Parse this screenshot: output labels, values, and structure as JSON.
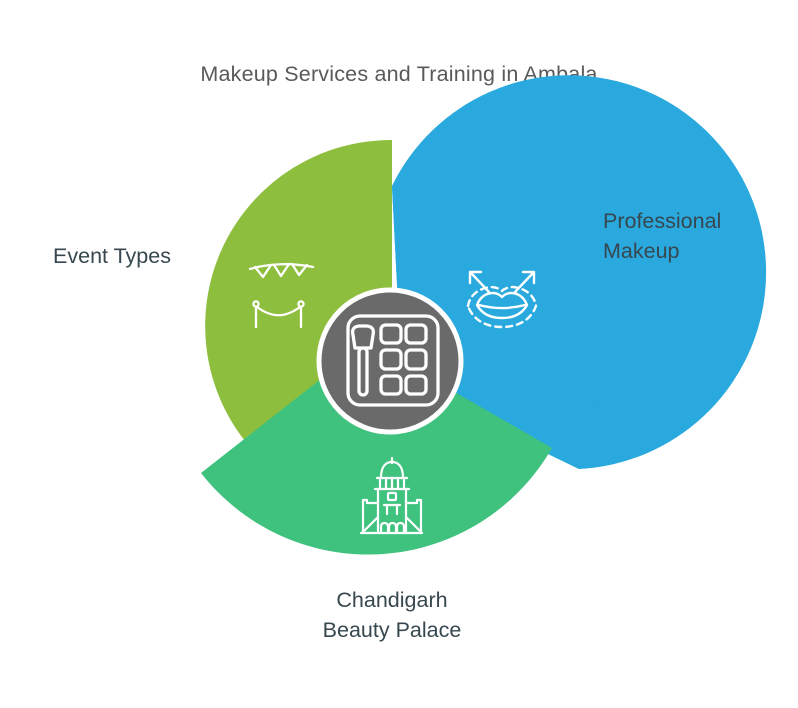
{
  "title": "Makeup Services and Training in Ambala",
  "colors": {
    "lime": "#8DBE3E",
    "blue": "#2AA9DE",
    "green": "#3FC27D",
    "center_gray": "#6A6A6A",
    "title_text": "#58595B",
    "label_text": "#37474F",
    "background": "#FFFFFF",
    "icon_stroke": "#FFFFFF"
  },
  "segments": [
    {
      "label": "Event Types",
      "color": "#8DBE3E",
      "icon": "bunting-rope-barrier-icon",
      "position": "top-left"
    },
    {
      "label": "Professional Makeup",
      "color": "#2AA9DE",
      "icon": "lips-arrows-icon",
      "position": "right"
    },
    {
      "label": "Chandigarh Beauty Palace",
      "color": "#3FC27D",
      "icon": "palace-building-icon",
      "position": "bottom"
    }
  ],
  "center": {
    "icon": "makeup-palette-icon",
    "color": "#6A6A6A"
  }
}
